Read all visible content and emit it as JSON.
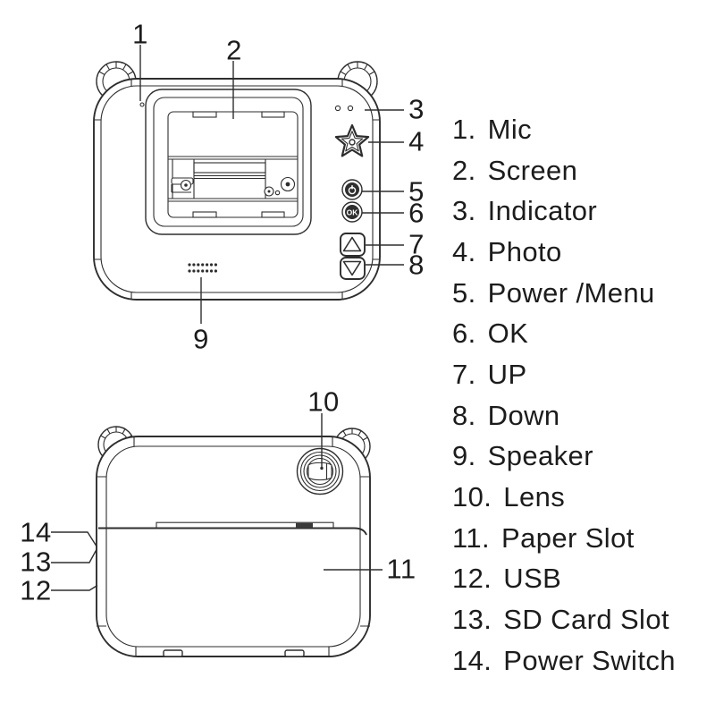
{
  "colors": {
    "line": "#2e2e2e",
    "text": "#1c1c1c",
    "button_fill": "#2f2f2f"
  },
  "diagram": {
    "ok_button_label": "OK",
    "callouts": {
      "c1": "1",
      "c2": "2",
      "c3": "3",
      "c4": "4",
      "c5": "5",
      "c6": "6",
      "c7": "7",
      "c8": "8",
      "c9": "9",
      "c10": "10",
      "c11": "11",
      "c12": "12",
      "c13": "13",
      "c14": "14"
    }
  },
  "legend": {
    "items": [
      {
        "num": "1.",
        "label": "Mic"
      },
      {
        "num": "2.",
        "label": "Screen"
      },
      {
        "num": "3.",
        "label": "Indicator"
      },
      {
        "num": "4.",
        "label": "Photo"
      },
      {
        "num": "5.",
        "label": "Power /Menu"
      },
      {
        "num": "6.",
        "label": "OK"
      },
      {
        "num": "7.",
        "label": "UP"
      },
      {
        "num": "8.",
        "label": "Down"
      },
      {
        "num": "9.",
        "label": "Speaker"
      },
      {
        "num": "10.",
        "label": "Lens"
      },
      {
        "num": "11.",
        "label": "Paper Slot"
      },
      {
        "num": "12.",
        "label": "USB"
      },
      {
        "num": "13.",
        "label": "SD Card Slot"
      },
      {
        "num": "14.",
        "label": "Power Switch"
      }
    ]
  }
}
